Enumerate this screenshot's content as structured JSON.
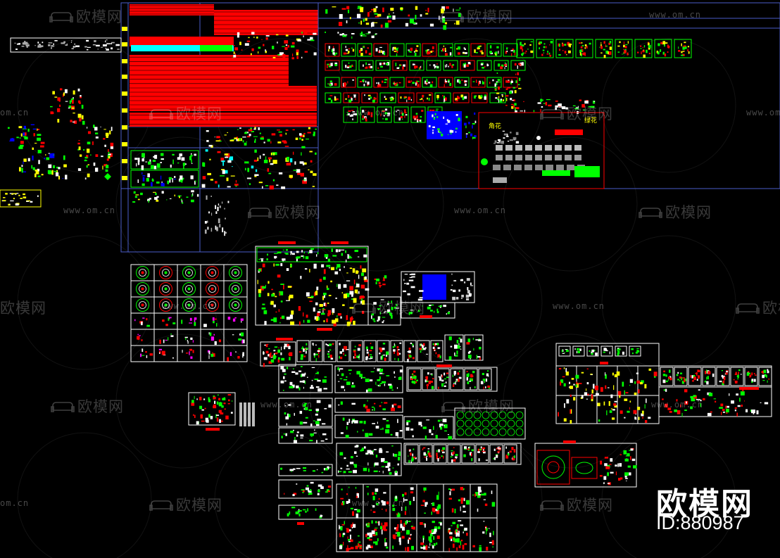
{
  "watermark": {
    "brand": "欧模网",
    "url": "www.om.cn",
    "url_fragment": "om.cn",
    "brand_fragment": "欧模网"
  },
  "labels": {
    "corner_flower": "角花",
    "green_flower": "绿花"
  },
  "brand_block": {
    "name": "欧模网",
    "id_text": "ID:880987"
  },
  "colors": {
    "background": "#000000",
    "cad_green": "#00ff00",
    "cad_red": "#ff0000",
    "cad_yellow": "#ffff00",
    "cad_white": "#ffffff",
    "cad_blue": "#0000ff",
    "frame_blue": "#4a5cc8"
  }
}
